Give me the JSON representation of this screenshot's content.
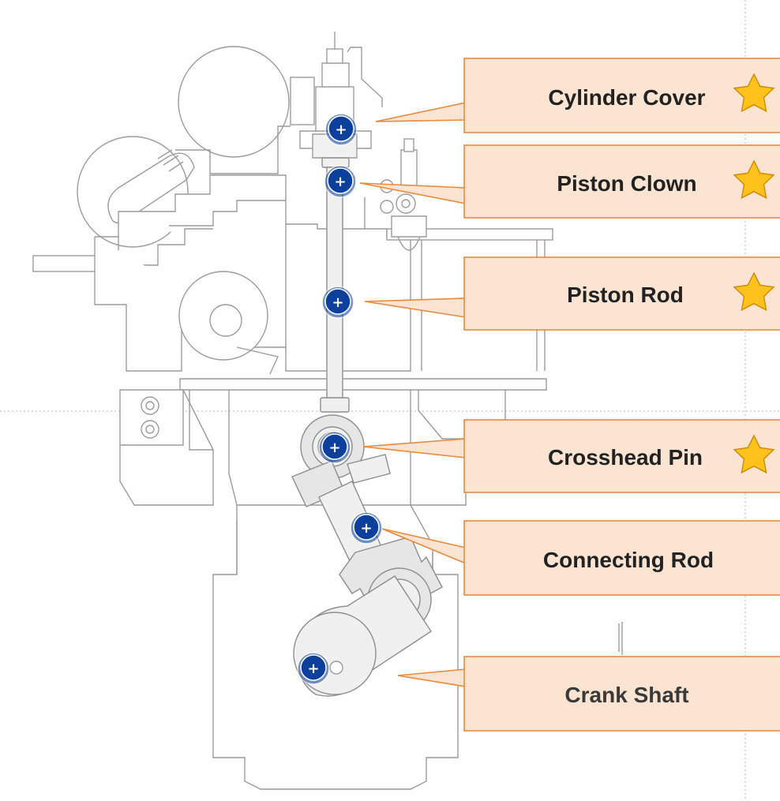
{
  "callouts": [
    {
      "id": "cylinder-cover",
      "label": "Cylinder Cover",
      "starred": true
    },
    {
      "id": "piston-clown",
      "label": "Piston Clown",
      "starred": true
    },
    {
      "id": "piston-rod",
      "label": "Piston Rod",
      "starred": true
    },
    {
      "id": "crosshead-pin",
      "label": "Crosshead Pin",
      "starred": true
    },
    {
      "id": "connecting-rod",
      "label": "Connecting Rod",
      "starred": false
    },
    {
      "id": "crank-shaft",
      "label": "Crank Shaft",
      "starred": false
    }
  ],
  "hotspot_symbol": "+",
  "colors": {
    "callout_fill": "#fce4d2",
    "callout_border": "#e98a3c",
    "hotspot": "#0d3f9c",
    "star": "#ffc21c"
  },
  "icons": {
    "star": "star-icon",
    "hotspot": "plus-icon"
  }
}
